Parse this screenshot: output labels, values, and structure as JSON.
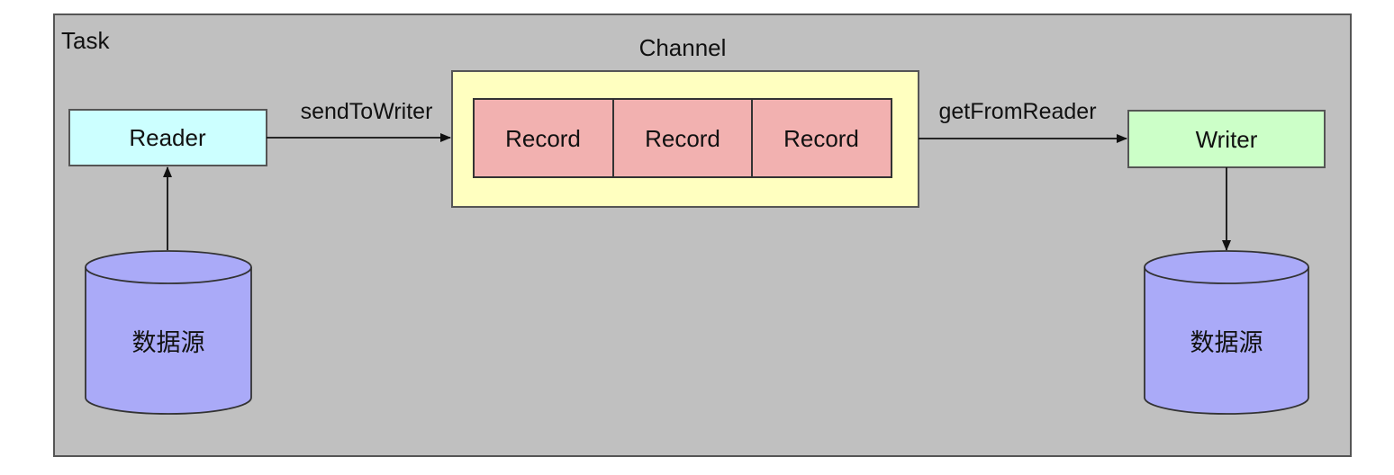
{
  "task": {
    "label": "Task"
  },
  "channel": {
    "label": "Channel",
    "records": [
      "Record",
      "Record",
      "Record"
    ]
  },
  "reader": {
    "label": "Reader"
  },
  "writer": {
    "label": "Writer"
  },
  "sources": {
    "left": {
      "label": "数据源"
    },
    "right": {
      "label": "数据源"
    }
  },
  "edges": {
    "send": {
      "label": "sendToWriter"
    },
    "get": {
      "label": "getFromReader"
    }
  },
  "colors": {
    "task_fill": "#c0c0c0",
    "channel_fill": "#ffffc0",
    "record_fill": "#f2b1b0",
    "reader_fill": "#ccffff",
    "writer_fill": "#ccffc8",
    "source_fill": "#aaaaf8"
  }
}
